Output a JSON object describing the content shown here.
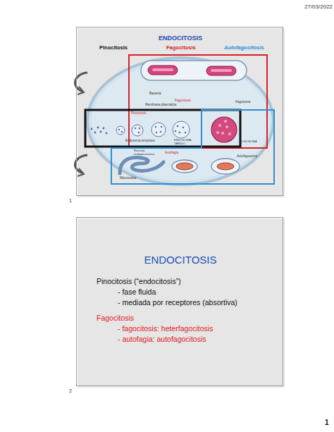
{
  "diagram": {
    "nodes": [
      {
        "text": [
          "ENDOCITOSIS"
        ]
      },
      {
        "text": [
          "ENDOCITOSIS",
          "Pinocitosis (“endocitosis”)",
          "- fase fluida",
          "- mediada por receptores (absortiva)",
          "Fagocitosis",
          "- fagocitosis: heterfagocitosis",
          "- autofagia: autofagocitosis"
        ]
      }
    ],
    "labels": [
      "27/03/2022",
      "Pinocitosis",
      "Fagocitosis",
      "Autofagocitosis",
      "Bacteria",
      "Fagocitosis",
      "Membrana plasmática",
      "Fagosoma",
      "Pinocitosis",
      "Endosoma temprano",
      "ENDOSOMA TARDÍO",
      "LISOSOMA",
      "Retículo endoplasmático",
      "Autofagia",
      "Mitocondria",
      "Autofagosoma",
      "1",
      "2",
      "1"
    ]
  }
}
